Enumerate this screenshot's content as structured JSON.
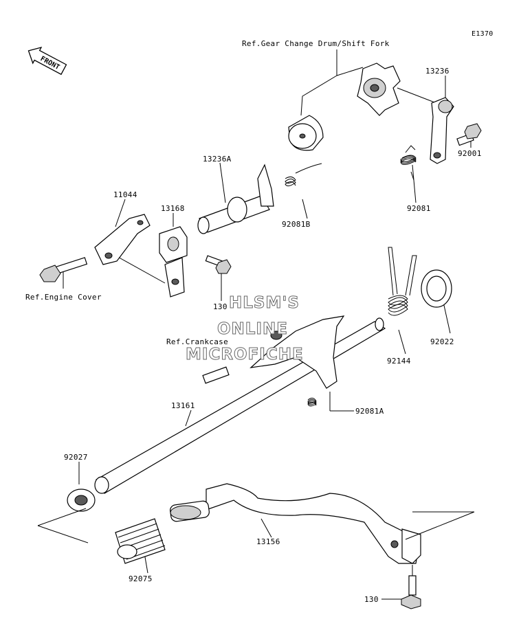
{
  "diagram_code": "E1370",
  "front_label": "FRONT",
  "references": {
    "gear_change_drum": "Ref.Gear Change Drum/Shift Fork",
    "engine_cover": "Ref.Engine Cover",
    "crankcase": "Ref.Crankcase"
  },
  "parts": {
    "p13236": "13236",
    "p92001": "92001",
    "p92081": "92081",
    "p13236A": "13236A",
    "p92081B": "92081B",
    "p11044": "11044",
    "p13168": "13168",
    "p130a": "130",
    "p92022": "92022",
    "p92144": "92144",
    "p92081A": "92081A",
    "p13161": "13161",
    "p92027": "92027",
    "p13156": "13156",
    "p92075": "92075",
    "p130b": "130"
  },
  "watermark": {
    "line1": "HLSM'S",
    "line2": "ONLINE",
    "line3": "MICROFICHE"
  }
}
